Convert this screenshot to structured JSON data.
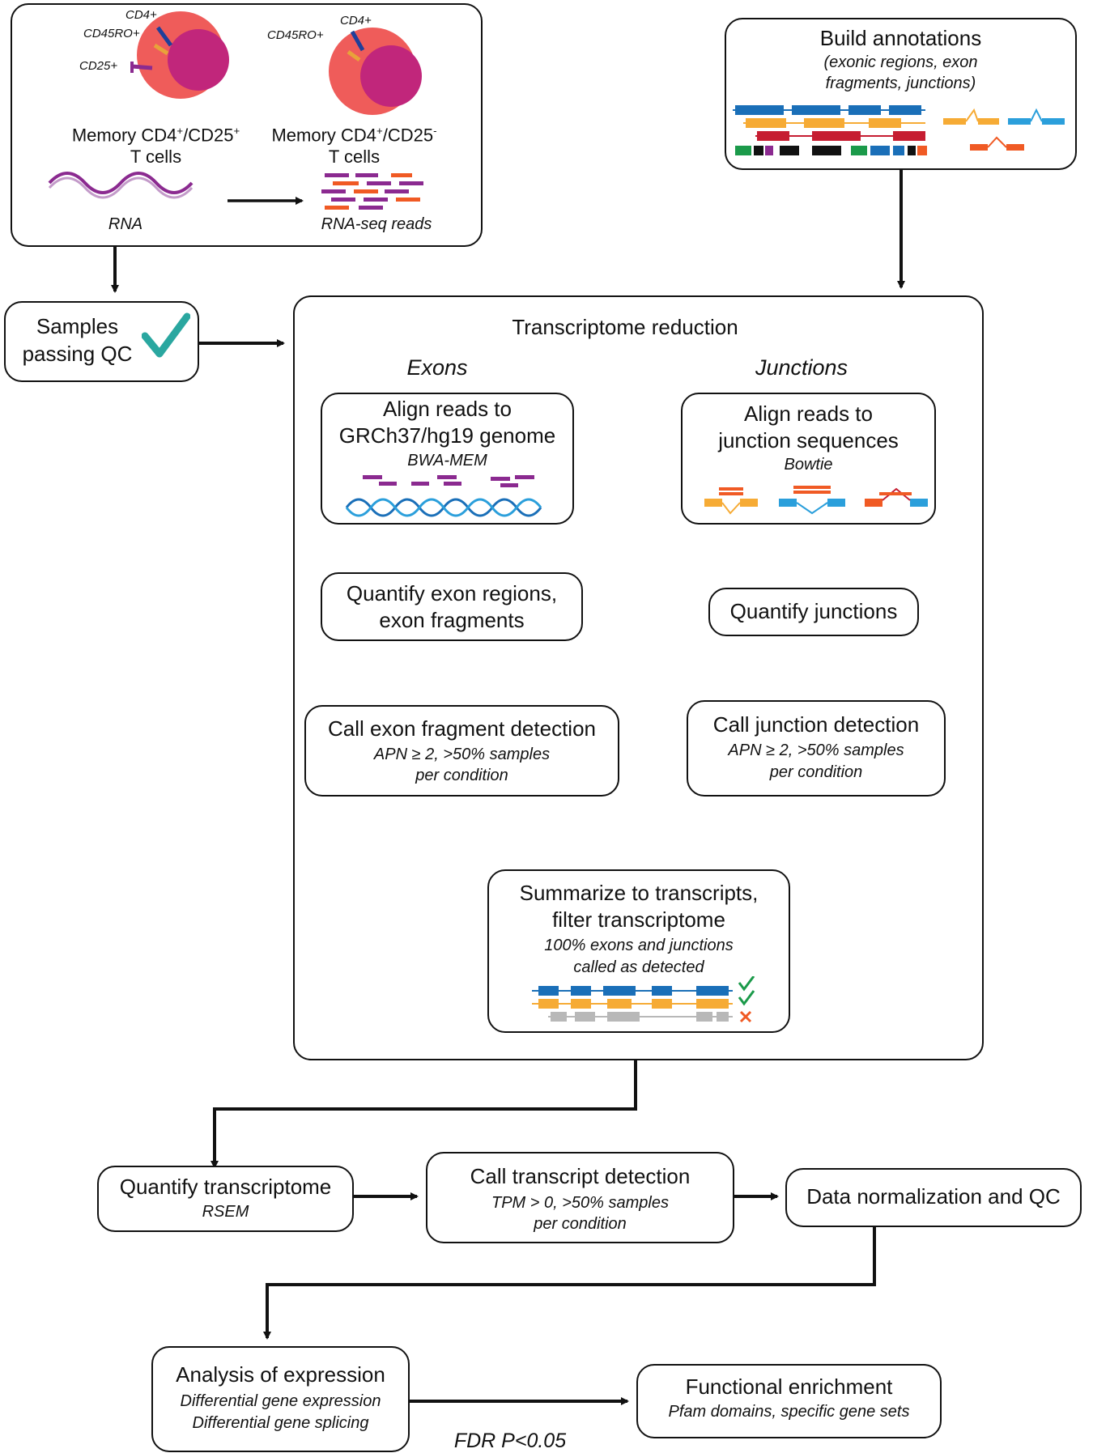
{
  "cells_panel": {
    "cell1_markers": [
      "CD4+",
      "CD45RO+",
      "CD25+"
    ],
    "cell2_markers": [
      "CD4+",
      "CD45RO+"
    ],
    "cell1_label_a": "Memory CD4",
    "cell1_sup_a": "+",
    "cell1_label_b": "/CD25",
    "cell1_sup_b": "+",
    "cell1_label_line2": "T cells",
    "cell2_label_a": "Memory CD4",
    "cell2_sup_a": "+",
    "cell2_label_b": "/CD25",
    "cell2_sup_b": "-",
    "cell2_label_line2": "T cells",
    "rna_label": "RNA",
    "reads_label": "RNA-seq reads"
  },
  "annotations_panel": {
    "title": "Build annotations",
    "subtitle_line1": "(exonic regions, exon",
    "subtitle_line2": "fragments, junctions)"
  },
  "qc_box": {
    "line1": "Samples",
    "line2": "passing QC"
  },
  "reduction_panel": {
    "title": "Transcriptome reduction",
    "exons_heading": "Exons",
    "junctions_heading": "Junctions"
  },
  "exon_branch": {
    "align_line1": "Align reads to",
    "align_line2": "GRCh37/hg19 genome",
    "align_tool": "BWA-MEM",
    "quantify_line1": "Quantify exon regions,",
    "quantify_line2": "exon fragments",
    "call_title": "Call exon fragment detection",
    "call_criteria_line1": "APN ≥ 2, >50% samples",
    "call_criteria_line2": "per condition"
  },
  "junction_branch": {
    "align_line1": "Align reads to",
    "align_line2": "junction sequences",
    "align_tool": "Bowtie",
    "quantify": "Quantify junctions",
    "call_title": "Call junction detection",
    "call_criteria_line1": "APN ≥ 2, >50% samples",
    "call_criteria_line2": "per condition"
  },
  "summarize_box": {
    "line1": "Summarize to transcripts,",
    "line2": "filter transcriptome",
    "criteria_line1": "100% exons and junctions",
    "criteria_line2": "called as detected"
  },
  "quantify_transcriptome": {
    "title": "Quantify transcriptome",
    "tool": "RSEM"
  },
  "transcript_detection": {
    "title": "Call transcript detection",
    "criteria_line1": "TPM > 0, >50% samples",
    "criteria_line2": "per condition"
  },
  "normalization": {
    "title": "Data normalization and QC"
  },
  "analysis": {
    "title": "Analysis of expression",
    "line1": "Differential gene expression",
    "line2": "Differential gene splicing"
  },
  "threshold_label": "FDR P<0.05",
  "enrichment": {
    "title": "Functional enrichment",
    "subtitle": "Pfam domains, specific gene sets"
  },
  "colors": {
    "blue": "#1a6fb8",
    "orange": "#f6ab35",
    "red": "#c61d31",
    "purple": "#8b2a90",
    "teal": "#2aa7a0",
    "gray": "#b8b8b8",
    "green": "#1b9a4a",
    "redorange": "#f05a24",
    "lightblue": "#2b9fdb",
    "cell_outer": "#ef5c5a",
    "cell_inner": "#c1267b"
  }
}
